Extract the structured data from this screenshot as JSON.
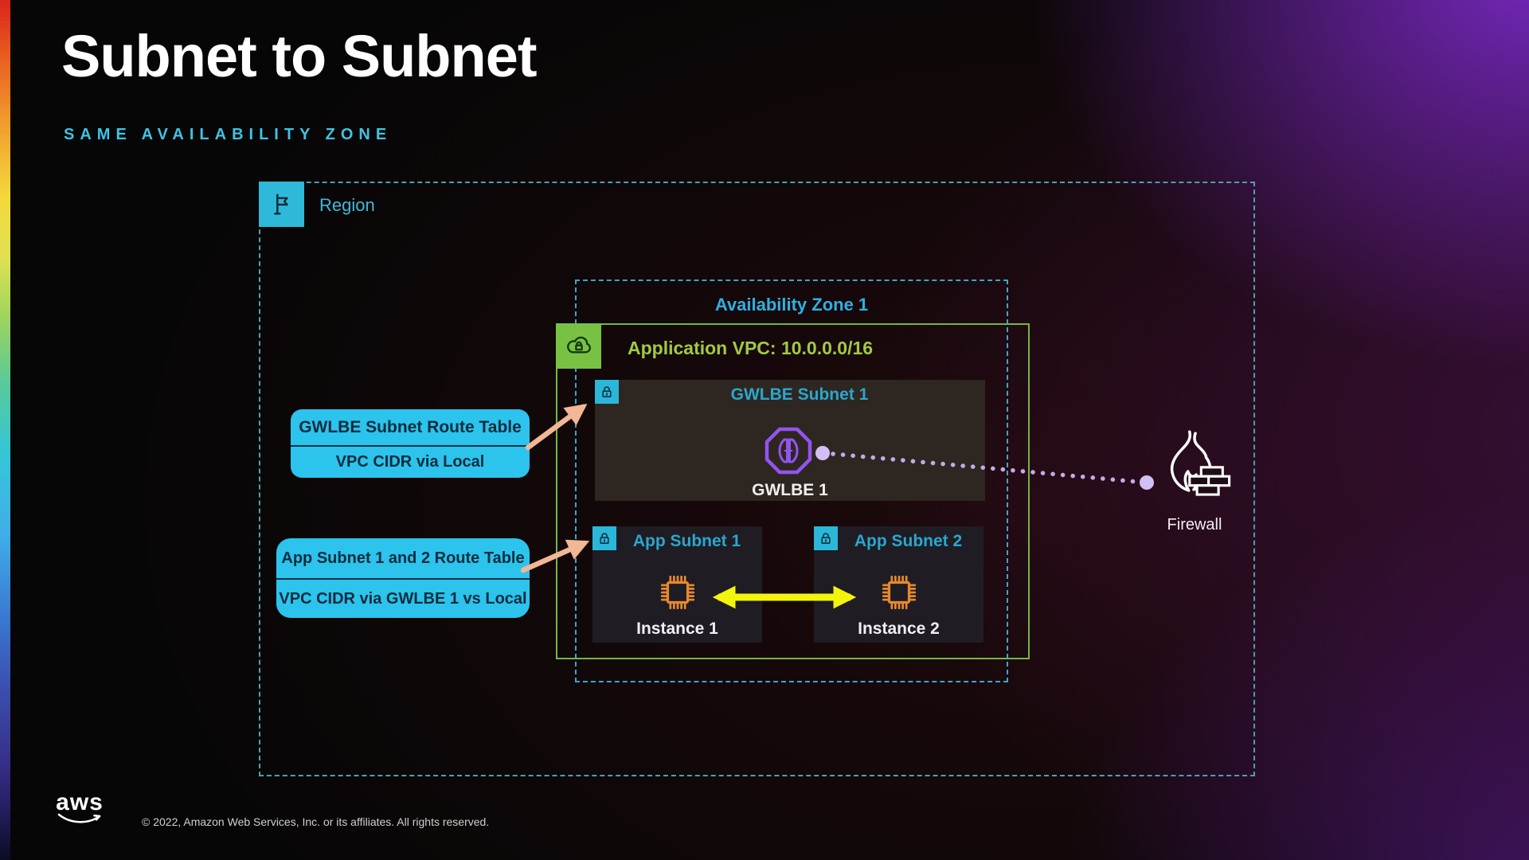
{
  "slide": {
    "title": "Subnet to Subnet",
    "subtitle": "SAME AVAILABILITY ZONE",
    "brand": "aws",
    "footer_copyright": "© 2022, Amazon Web Services, Inc. or its affiliates. All rights reserved."
  },
  "diagram": {
    "region": {
      "label": "Region"
    },
    "availability_zone": {
      "label": "Availability Zone 1"
    },
    "vpc": {
      "label": "Application VPC: 10.0.0.0/16"
    },
    "gwlbe_subnet": {
      "label": "GWLBE Subnet 1",
      "endpoint_label": "GWLBE 1"
    },
    "app_subnet_1": {
      "label": "App Subnet 1",
      "instance_label": "Instance 1"
    },
    "app_subnet_2": {
      "label": "App Subnet 2",
      "instance_label": "Instance 2"
    },
    "firewall": {
      "label": "Firewall"
    }
  },
  "callouts": {
    "gwlbe_route_table": {
      "title": "GWLBE Subnet Route Table",
      "body": "VPC CIDR via Local"
    },
    "app_route_table": {
      "title": "App Subnet 1 and 2 Route Table",
      "body": "VPC CIDR via GWLBE 1 vs Local"
    }
  },
  "colors": {
    "cyan_label": "#2fb0e0",
    "region_border": "#4d9fad",
    "az_border": "#38a6cf",
    "vpc_border": "#74b83e",
    "vpc_label": "#a2ca42",
    "subnet_badge_cyan": "#2bb7d9",
    "callout_bg": "#2cc3ec",
    "callout_text": "#092c3e",
    "gwlbe_purple": "#9254f0",
    "instance_orange": "#e8882d",
    "traffic_arrow_yellow": "#f2f40c",
    "callout_arrow_salmon": "#f2b795",
    "dotted_connector": "#c3abe8"
  }
}
